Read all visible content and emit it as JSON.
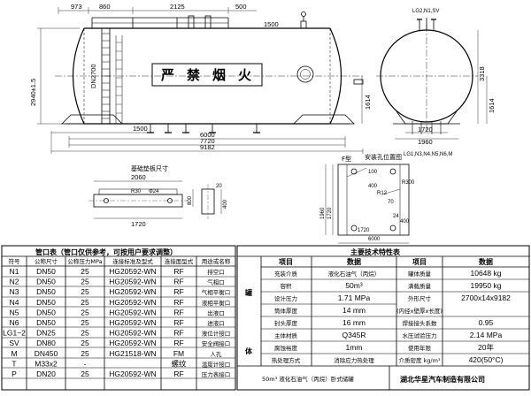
{
  "elevation": {
    "dims_top": [
      "973",
      "860",
      "2125",
      "500",
      "1500"
    ],
    "dims_left": [
      "2940±1.5",
      "DN2700"
    ],
    "dims_bottom": [
      "1500",
      "6000",
      "7720",
      "9182"
    ],
    "dim_right": "1614",
    "banner_chars": [
      "严",
      "禁",
      "烟",
      "火"
    ]
  },
  "end_view": {
    "top_labels": "LG2,N1,SV",
    "bottom_labels": "LG1,N3,N4,N5,N6,M",
    "dims": [
      "3318",
      "1614",
      "1720",
      "1960"
    ]
  },
  "foundation": {
    "title": "基础垫板尺寸",
    "dims": [
      "2060",
      "1720",
      "800",
      "400",
      "R30",
      "Φ24",
      "20"
    ]
  },
  "nozzle_detail": {
    "title": "F型",
    "subtitle": "安装孔位置图",
    "dims": [
      "100",
      "R12",
      "400",
      "1960",
      "1720",
      "1720",
      "6000",
      "R300",
      "24",
      "70",
      "400"
    ]
  },
  "nozzle_table": {
    "title": "管口表（管口仅供参考，可按用户要求调整）",
    "headers": [
      "符号",
      "公称尺寸",
      "公称压力MPa",
      "连接标准及型式",
      "连接面型式",
      "用途或名称"
    ],
    "rows": [
      [
        "N1",
        "DN50",
        "25",
        "HG20592-WN",
        "RF",
        "排空口"
      ],
      [
        "N2",
        "DN50",
        "25",
        "HG20592-WN",
        "RF",
        "气相口"
      ],
      [
        "N3",
        "DN50",
        "25",
        "HG20592-WN",
        "RF",
        "气相平衡口"
      ],
      [
        "N4",
        "DN50",
        "25",
        "HG20592-WN",
        "RF",
        "液相平衡口"
      ],
      [
        "N5",
        "DN50",
        "25",
        "HG20592-WN",
        "RF",
        "出液口"
      ],
      [
        "N6",
        "DN50",
        "25",
        "HG20592-WN",
        "RF",
        "进液口"
      ],
      [
        "LG1~2",
        "DN25",
        "25",
        "HG20592-WN",
        "RF",
        "液位计接口"
      ],
      [
        "SV",
        "DN80",
        "25",
        "HG20592-WN",
        "RF",
        "安全阀接口"
      ],
      [
        "M",
        "DN450",
        "25",
        "HG21518-WN",
        "FM",
        "人孔"
      ],
      [
        "T",
        "M33x2",
        "-",
        "",
        "螺纹",
        "温度计接口"
      ],
      [
        "P",
        "DN20",
        "25",
        "HG20592-WN",
        "RF",
        "压力表接口"
      ]
    ]
  },
  "spec_table": {
    "title": "主要技术特性表",
    "side_label": [
      "罐",
      "体"
    ],
    "headers": [
      "项目",
      "数据",
      "项目",
      "数据"
    ],
    "rows": [
      [
        "充装介质",
        "液化石油气（丙烷）",
        "罐体质量",
        "10648 kg"
      ],
      [
        "容积",
        "50m³",
        "满载质量",
        "19950 kg"
      ],
      [
        "设计压力",
        "1.71 MPa",
        "外形尺寸",
        "2700x14x9182"
      ],
      [
        "筒体厚度",
        "14 mm",
        "(内径x壁厚x长度)",
        ""
      ],
      [
        "封头厚度",
        "16 mm",
        "焊接接头系数",
        "0.95"
      ],
      [
        "主体材质",
        "Q345R",
        "水压试验压力",
        "2.14 MPa"
      ],
      [
        "腐蚀裕度",
        "1mm",
        "使用年限",
        "20年"
      ],
      [
        "热处理方式",
        "消除应力热处理",
        "介质密度 kg/m³",
        "420(50°C)"
      ]
    ],
    "footer_left": "50m³ 液化石油气（丙烷）卧式储罐",
    "footer_right": "湖北华星汽车制造有限公司"
  }
}
